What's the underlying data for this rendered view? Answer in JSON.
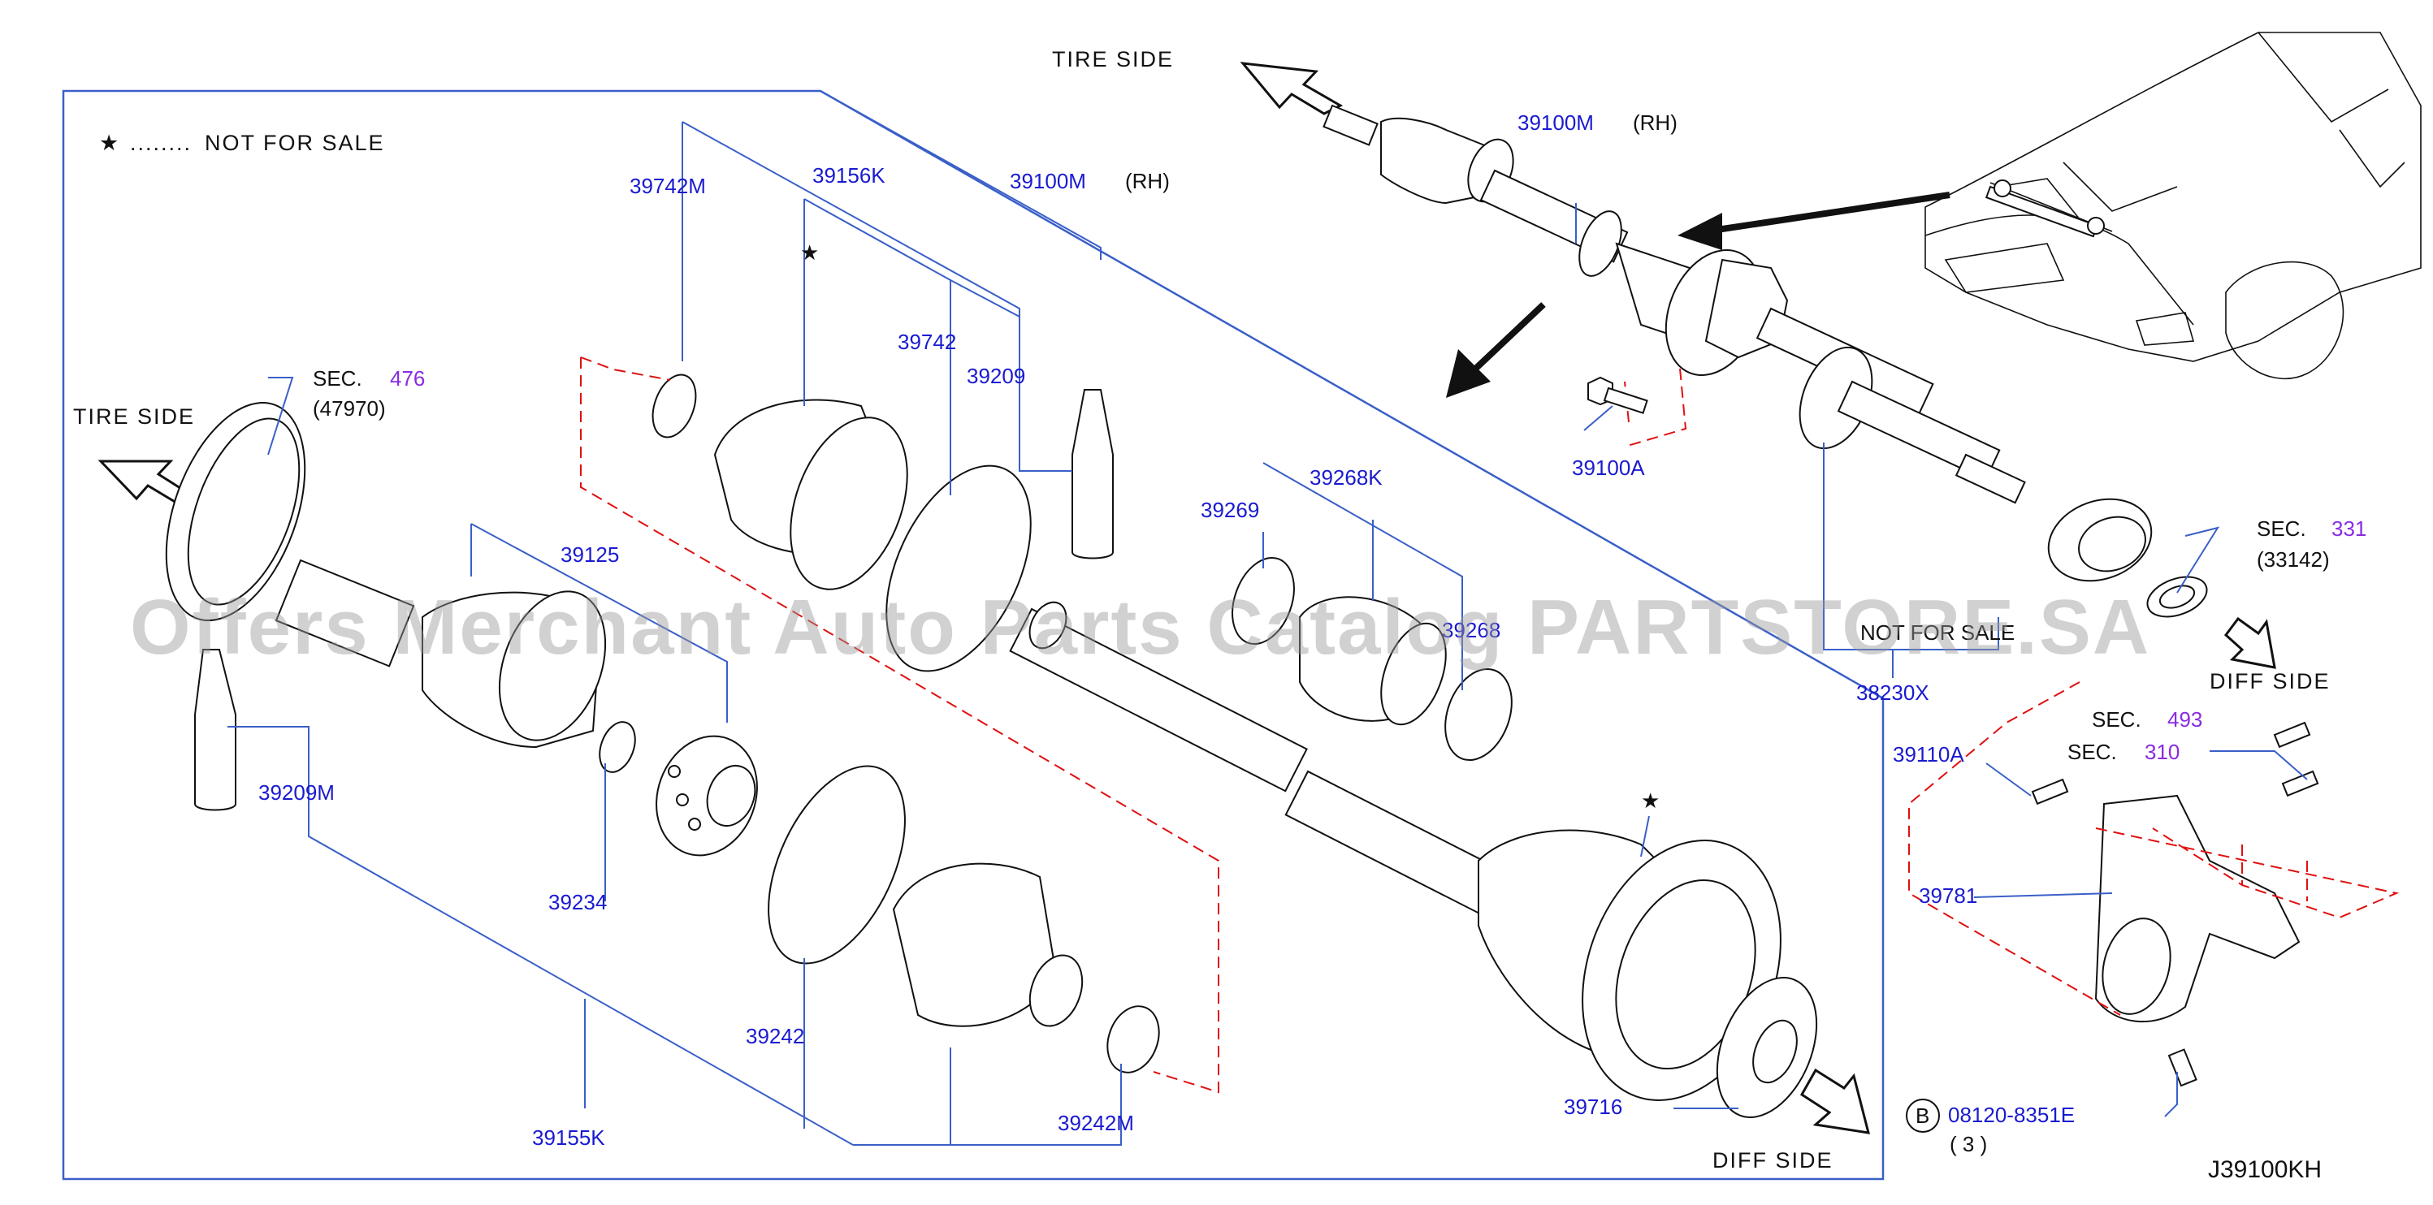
{
  "legend": {
    "star": "★",
    "dots": "........",
    "not_for_sale": "NOT   FOR   SALE"
  },
  "labels": {
    "tire_side": "TIRE   SIDE",
    "diff_side": "DIFF   SIDE",
    "rh": "(RH)",
    "not_for_sale_inline": "NOT   FOR   SALE"
  },
  "sections": {
    "sec_word": "SEC.",
    "sec_476": "476",
    "sec_476_sub": "(47970)",
    "sec_331": "331",
    "sec_331_sub": "(33142)",
    "sec_493": "493",
    "sec_310": "310"
  },
  "parts": {
    "p39100M": "39100M",
    "p39742M": "39742M",
    "p39156K": "39156K",
    "p39742": "39742",
    "p39209": "39209",
    "p39125": "39125",
    "p39209M": "39209M",
    "p39234": "39234",
    "p39155K": "39155K",
    "p39242": "39242",
    "p39242M": "39242M",
    "p39269": "39269",
    "p39268K": "39268K",
    "p39268": "39268",
    "p39716": "39716",
    "p39100A": "39100A",
    "p38230X": "38230X",
    "p39110A": "39110A",
    "p39781": "39781",
    "bolt_circle": "B",
    "bolt_part": "08120-8351E",
    "bolt_qty": "( 3 )"
  },
  "diagram_code": "J39100KH",
  "watermark": "Offers Merchant Auto Parts Catalog PARTSTORE.SA"
}
